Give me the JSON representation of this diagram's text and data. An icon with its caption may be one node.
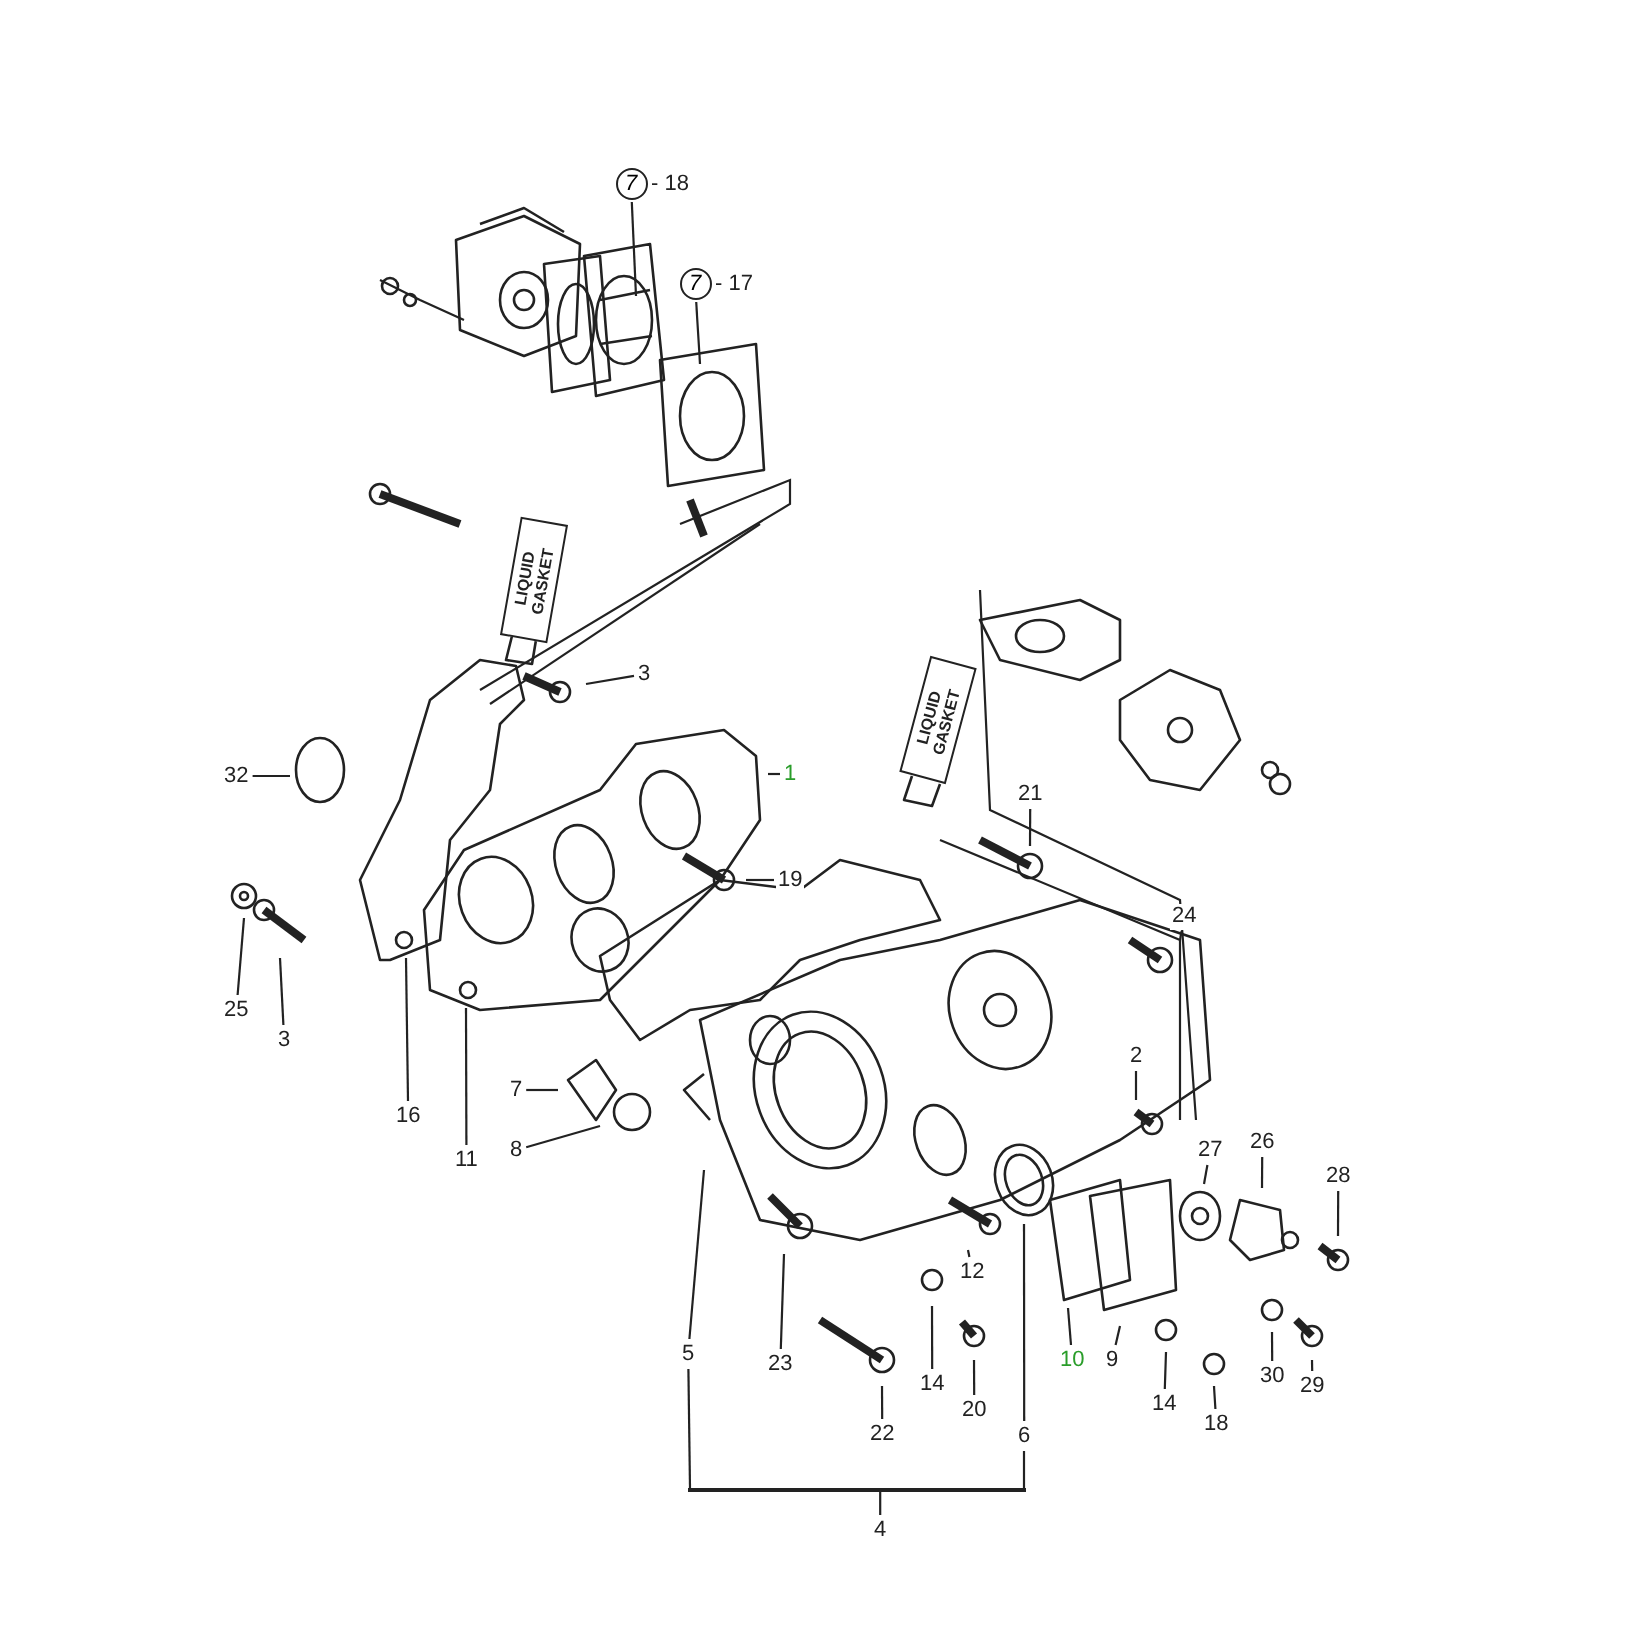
{
  "diagram": {
    "nodes": [
      {
        "text": [
          "7"
        ],
        "beside": [
          "- 18"
        ]
      },
      {
        "text": [
          "7"
        ],
        "beside": [
          "- 17"
        ]
      },
      {
        "text": [
          "3"
        ]
      },
      {
        "text": [
          "32"
        ]
      },
      {
        "text": [
          "1"
        ]
      },
      {
        "text": [
          "19"
        ]
      },
      {
        "text": [
          "21"
        ]
      },
      {
        "text": [
          "24"
        ]
      },
      {
        "text": [
          "25"
        ]
      },
      {
        "text": [
          "3"
        ]
      },
      {
        "text": [
          "16"
        ]
      },
      {
        "text": [
          "11"
        ]
      },
      {
        "text": [
          "7"
        ]
      },
      {
        "text": [
          "8"
        ]
      },
      {
        "text": [
          "2"
        ]
      },
      {
        "text": [
          "5"
        ]
      },
      {
        "text": [
          "6"
        ]
      },
      {
        "text": [
          "4"
        ]
      },
      {
        "text": [
          "12"
        ]
      },
      {
        "text": [
          "23"
        ]
      },
      {
        "text": [
          "14"
        ]
      },
      {
        "text": [
          "20"
        ]
      },
      {
        "text": [
          "22"
        ]
      },
      {
        "text": [
          "10"
        ]
      },
      {
        "text": [
          "9"
        ]
      },
      {
        "text": [
          "14"
        ]
      },
      {
        "text": [
          "18"
        ]
      },
      {
        "text": [
          "27"
        ]
      },
      {
        "text": [
          "26"
        ]
      },
      {
        "text": [
          "28"
        ]
      },
      {
        "text": [
          "30"
        ]
      },
      {
        "text": [
          "29"
        ]
      },
      {
        "text": [],
        "shape": "bar"
      }
    ],
    "edges": [
      {
        "from": 0,
        "to": null,
        "arrow": "none"
      },
      {
        "from": 1,
        "to": null,
        "arrow": "none"
      },
      {
        "from": 2,
        "to": null,
        "arrow": "none"
      },
      {
        "from": 3,
        "to": null,
        "arrow": "none"
      },
      {
        "from": 4,
        "to": null,
        "arrow": "none"
      },
      {
        "from": 5,
        "to": null,
        "arrow": "none"
      },
      {
        "from": 6,
        "to": null,
        "arrow": "none"
      },
      {
        "from": 7,
        "to": null,
        "arrow": "none"
      },
      {
        "from": 8,
        "to": null,
        "arrow": "none"
      },
      {
        "from": 9,
        "to": null,
        "arrow": "none"
      },
      {
        "from": 10,
        "to": null,
        "arrow": "none"
      },
      {
        "from": 11,
        "to": null,
        "arrow": "none"
      },
      {
        "from": 12,
        "to": null,
        "arrow": "none"
      },
      {
        "from": 13,
        "to": null,
        "arrow": "none"
      },
      {
        "from": 14,
        "to": null,
        "arrow": "none"
      },
      {
        "from": 15,
        "to": null,
        "arrow": "none"
      },
      {
        "from": 16,
        "to": null,
        "arrow": "none"
      },
      {
        "from": 18,
        "to": null,
        "arrow": "none"
      },
      {
        "from": 19,
        "to": null,
        "arrow": "none"
      },
      {
        "from": 20,
        "to": null,
        "arrow": "none"
      },
      {
        "from": 21,
        "to": null,
        "arrow": "none"
      },
      {
        "from": 22,
        "to": null,
        "arrow": "none"
      },
      {
        "from": 23,
        "to": null,
        "arrow": "none"
      },
      {
        "from": 24,
        "to": null,
        "arrow": "none"
      },
      {
        "from": 25,
        "to": null,
        "arrow": "none"
      },
      {
        "from": 26,
        "to": null,
        "arrow": "none"
      },
      {
        "from": 27,
        "to": null,
        "arrow": "none"
      },
      {
        "from": 28,
        "to": null,
        "arrow": "none"
      },
      {
        "from": 29,
        "to": null,
        "arrow": "none"
      },
      {
        "from": 30,
        "to": null,
        "arrow": "none"
      },
      {
        "from": 31,
        "to": null,
        "arrow": "none"
      },
      {
        "from": 15,
        "to": 32,
        "arrow": "none"
      },
      {
        "from": 16,
        "to": 32,
        "arrow": "none"
      },
      {
        "from": 17,
        "to": 32,
        "arrow": "none"
      }
    ],
    "labels": [
      "LIQUID GASKET",
      "LIQUID GASKET"
    ]
  }
}
